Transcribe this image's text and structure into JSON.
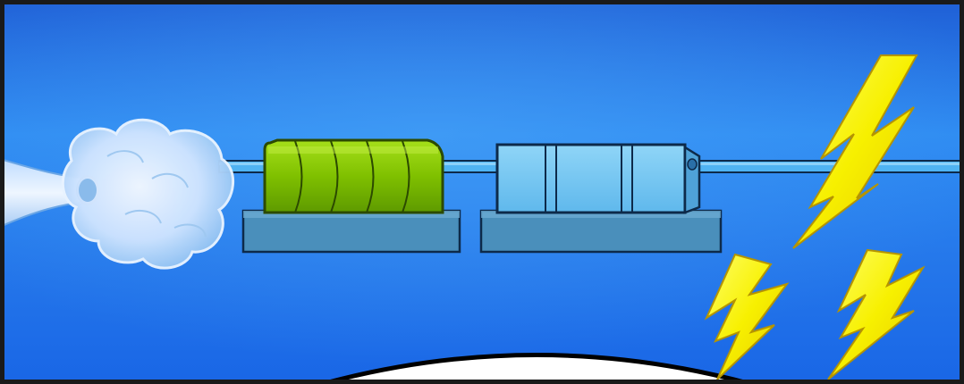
{
  "scene": {
    "description_colors": {
      "frame": "#1a1a1a",
      "sky_top": "#1f5fd6",
      "sky_mid": "#2f8cf2",
      "sky_bottom": "#1966e6",
      "steam": "#cfe4ff",
      "pipe": "#4fb3f2",
      "pipe_outline": "#0d2a4a",
      "turbine_green": "#7fc000",
      "turbine_green_dark": "#4f8a00",
      "generator_blue": "#74c8f4",
      "base_slab": "#4a8fbb",
      "lightning": "#f7f000",
      "ground": "#ffffff"
    },
    "components": [
      "steam-nozzle",
      "steam-cloud",
      "turbine",
      "turbine-base",
      "generator",
      "generator-base",
      "shaft",
      "lightning-bolts",
      "ground-mound"
    ]
  }
}
